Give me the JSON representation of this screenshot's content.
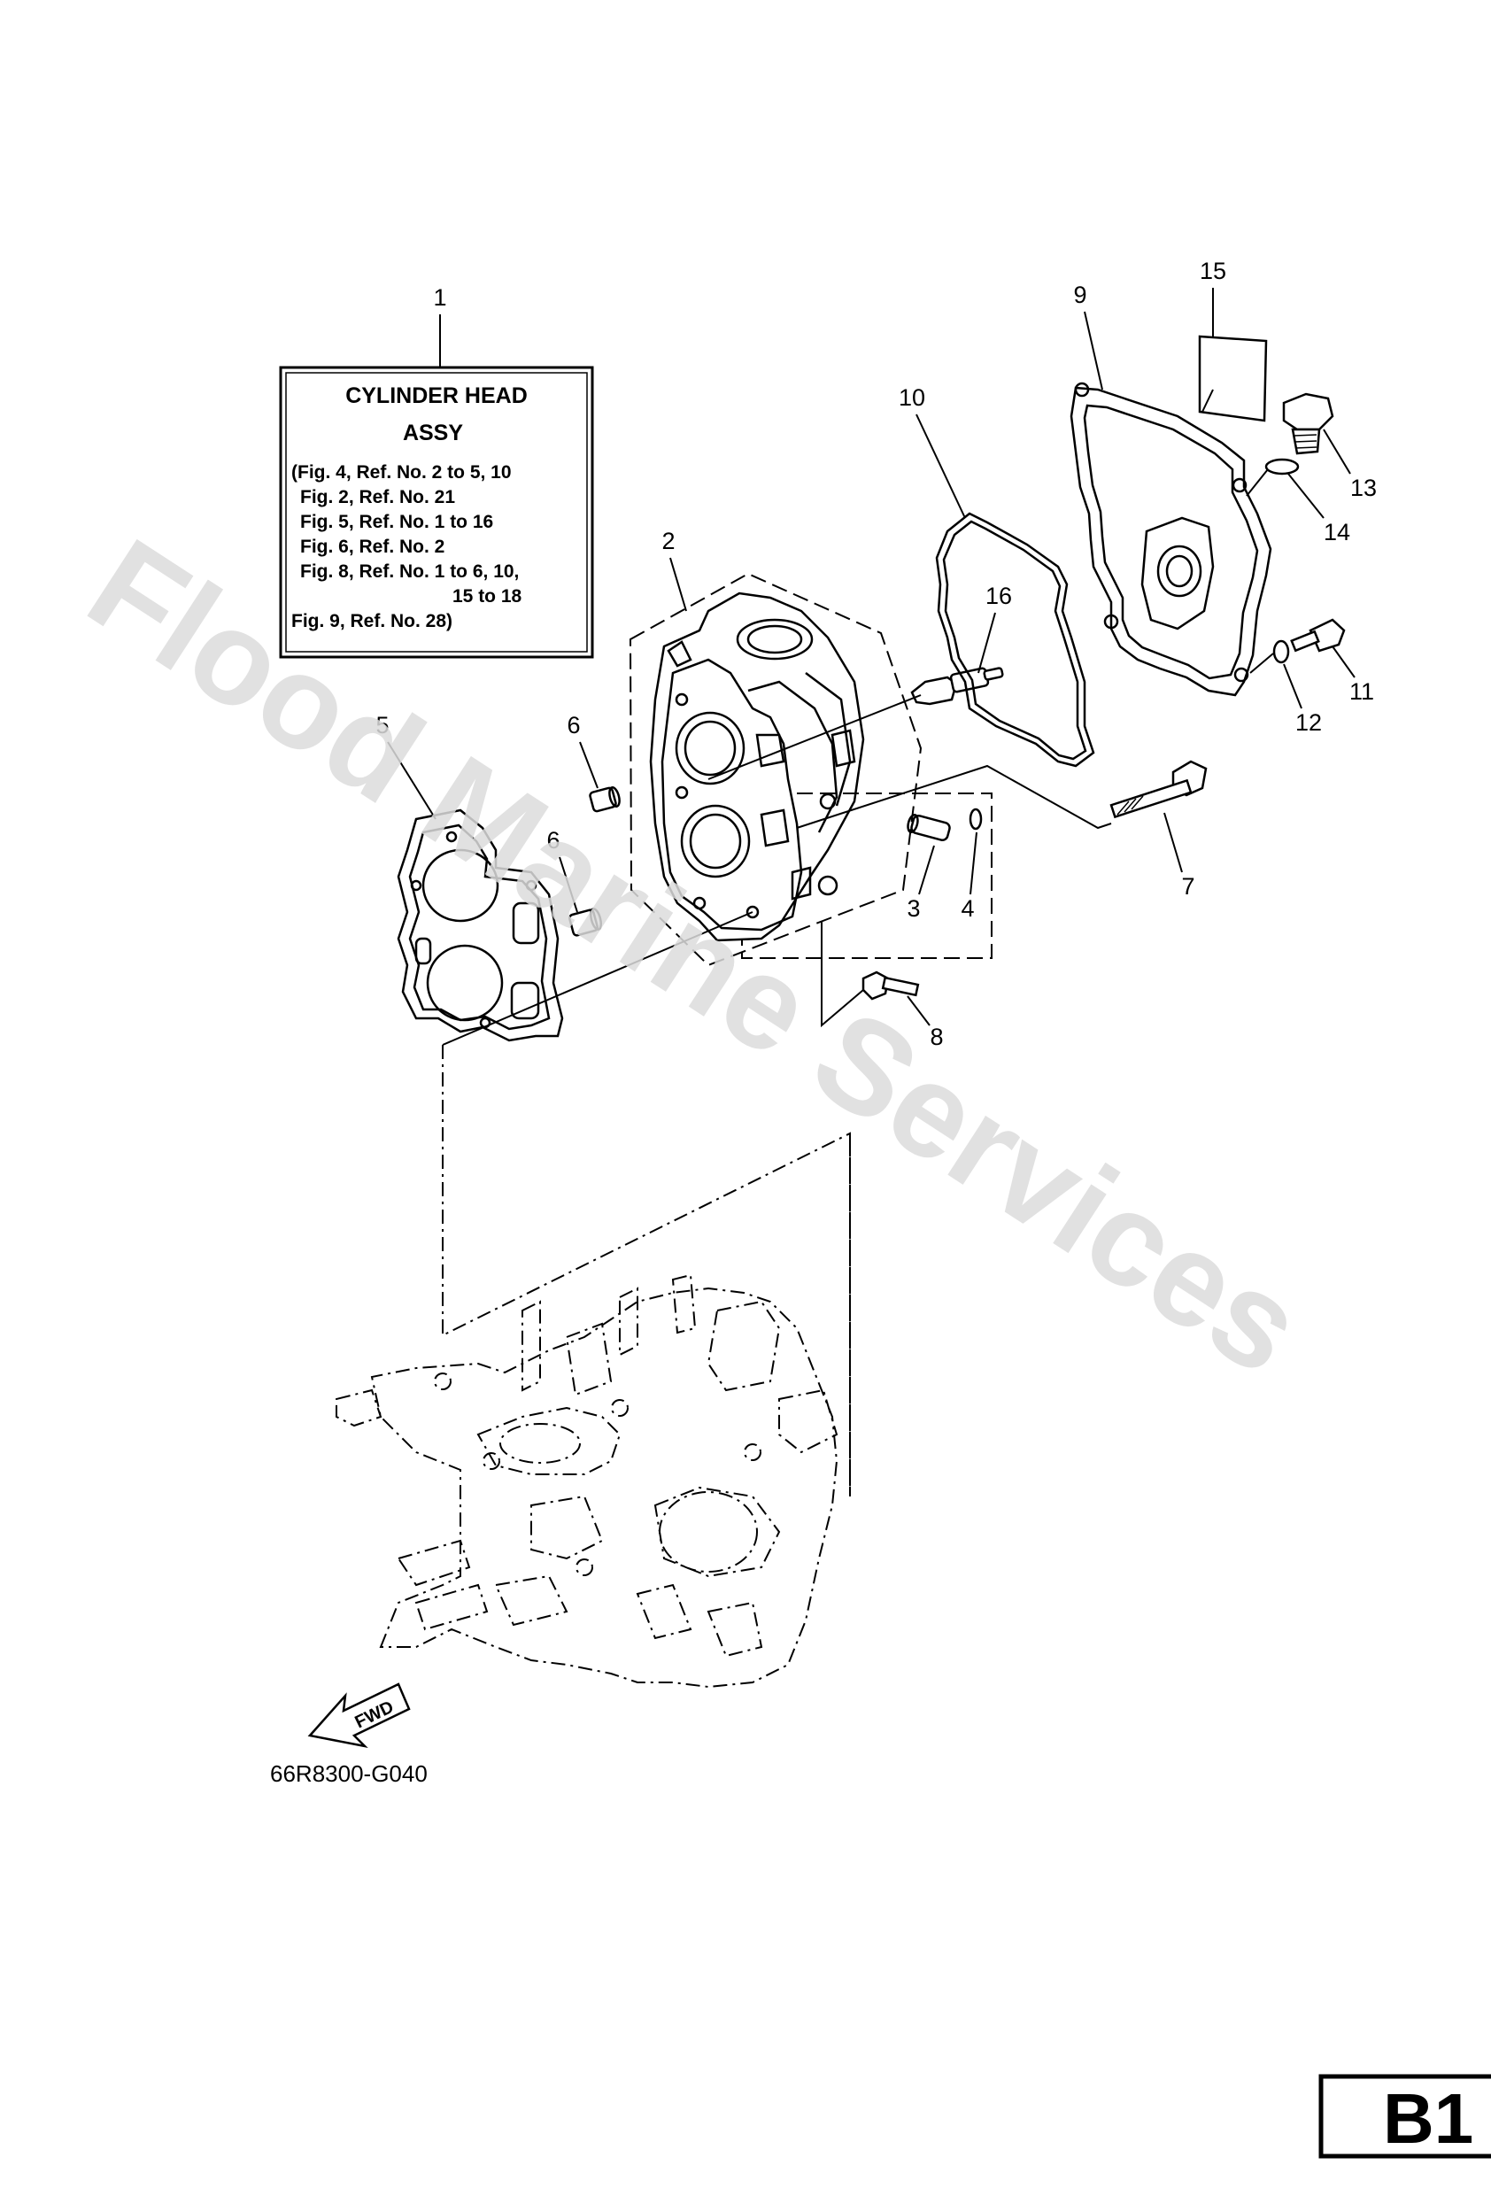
{
  "note_box": {
    "ref": "1",
    "title_line1": "CYLINDER HEAD",
    "title_line2": "ASSY",
    "lines": [
      "(Fig. 4, Ref. No. 2 to 5, 10",
      "Fig. 2, Ref. No. 21",
      "Fig. 5, Ref. No. 1 to 16",
      "Fig. 6, Ref. No. 2",
      "Fig. 8, Ref. No. 1 to 6, 10,",
      "15 to 18",
      "Fig. 9, Ref. No. 28)"
    ]
  },
  "callouts": {
    "c2": "2",
    "c3": "3",
    "c4": "4",
    "c5": "5",
    "c6a": "6",
    "c6b": "6",
    "c7": "7",
    "c8": "8",
    "c9": "9",
    "c10": "10",
    "c11": "11",
    "c12": "12",
    "c13": "13",
    "c14": "14",
    "c15": "15",
    "c16": "16"
  },
  "fwd_label": "FWD",
  "drawing_code": "66R8300-G040",
  "page_code": "B1",
  "watermark": "Flood Marine Services",
  "icons": {
    "fwd_arrow": "fwd-arrow-icon",
    "parts": [
      "cylinder-head-icon",
      "gasket-icon",
      "cover-icon",
      "bolt-icon",
      "plug-icon",
      "engine-block-icon"
    ]
  }
}
